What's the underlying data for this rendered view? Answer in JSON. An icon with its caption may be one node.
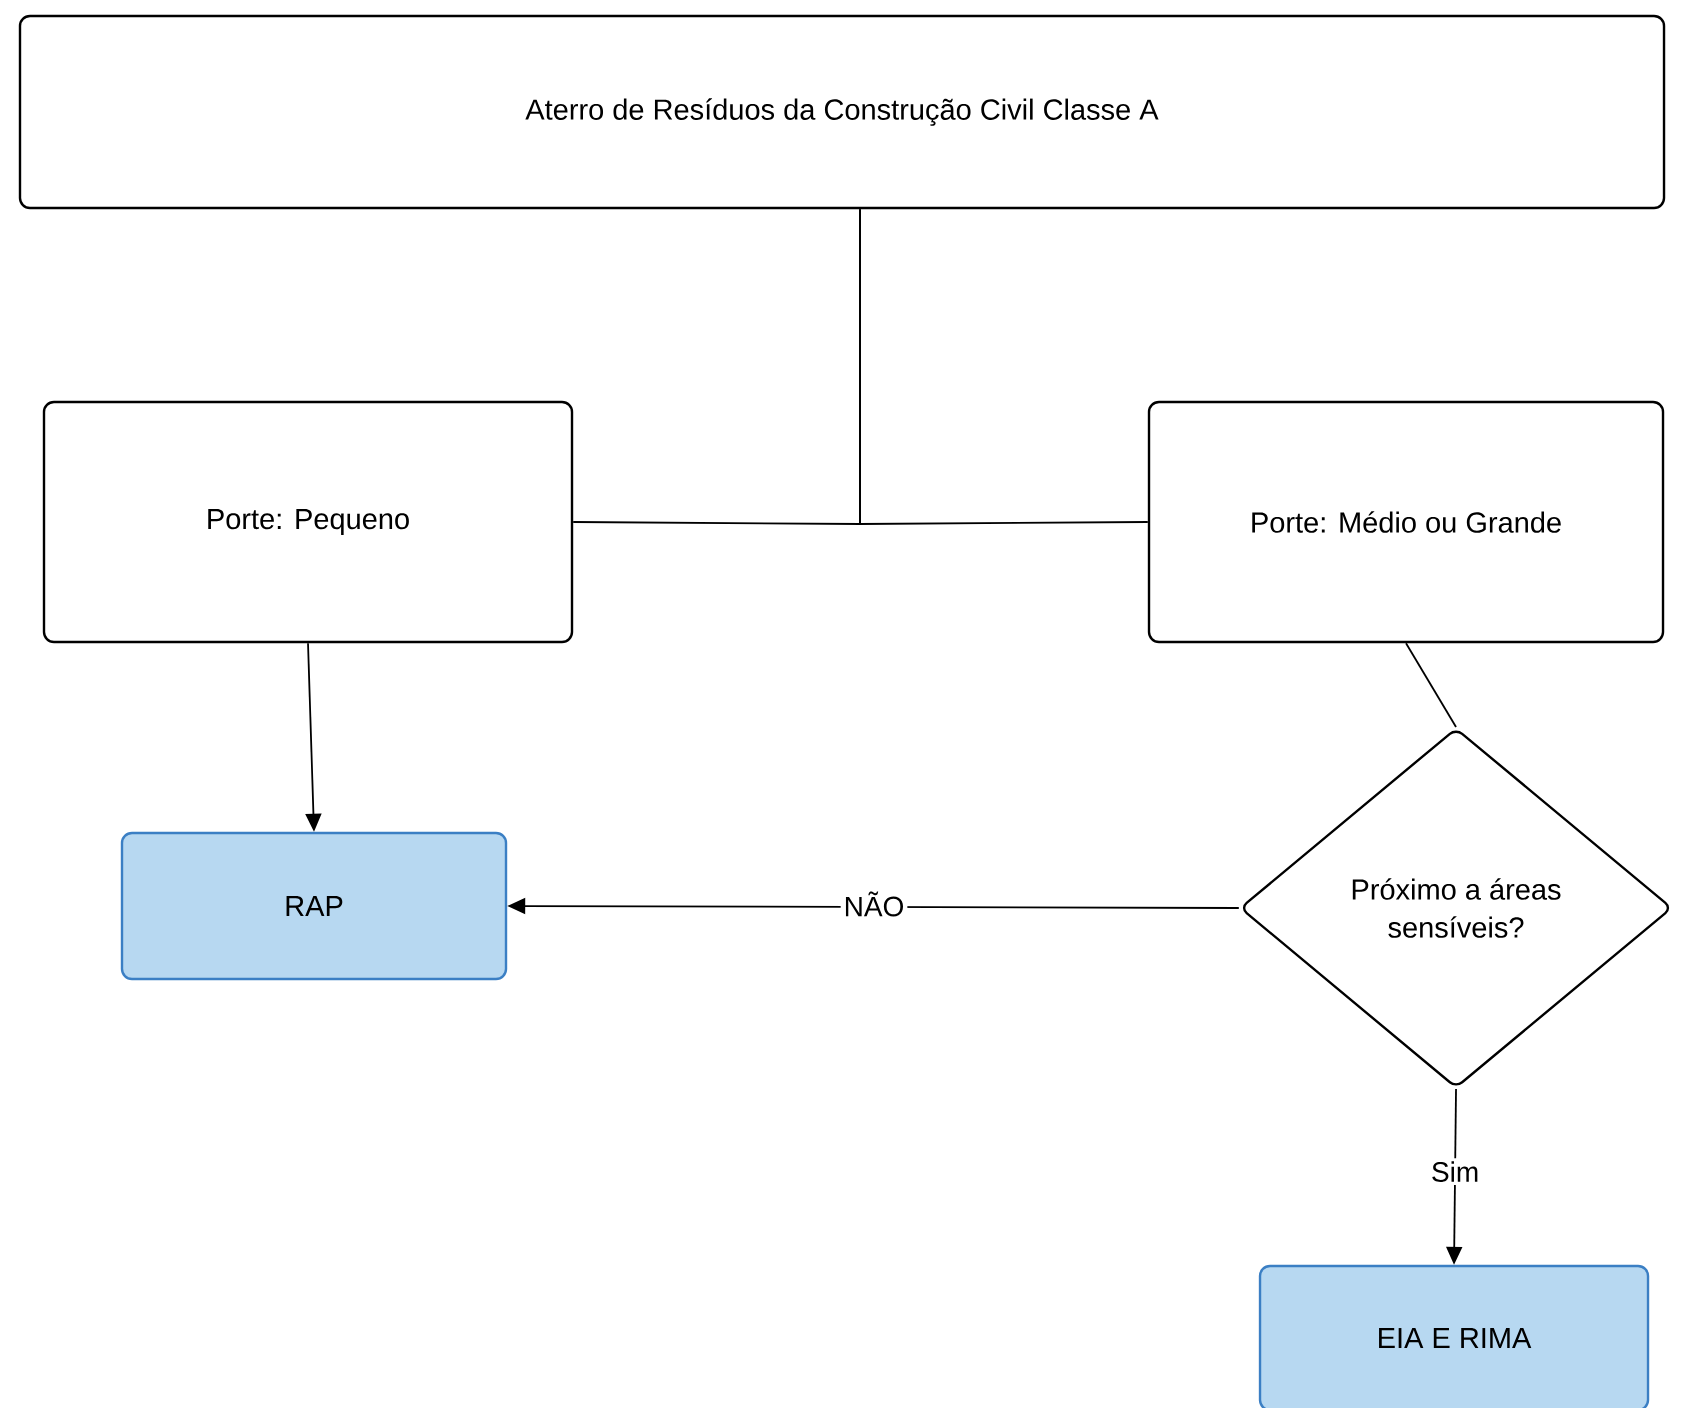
{
  "diagram": {
    "nodes": [
      {
        "text": [
          "Aterro de Resíduos da Construção Civil Classe A"
        ]
      },
      {
        "text": [
          "Porte: Pequeno"
        ]
      },
      {
        "text": [
          "Porte: Médio ou Grande"
        ]
      },
      {
        "text": [
          "RAP"
        ]
      },
      {
        "text": [
          "Próximo a áreas sensíveis?"
        ]
      },
      {
        "text": [
          "EIA E RIMA"
        ]
      }
    ],
    "edges": [
      {
        "from": 0,
        "to": 1,
        "arrow": "none"
      },
      {
        "from": 0,
        "to": 2,
        "arrow": "none"
      },
      {
        "from": 1,
        "to": 3,
        "arrow": "to"
      },
      {
        "from": 2,
        "to": 4,
        "arrow": "none"
      },
      {
        "from": 4,
        "to": 3,
        "arrow": "to",
        "label": "NÃO"
      },
      {
        "from": 4,
        "to": 5,
        "arrow": "to",
        "label": "Sim"
      }
    ]
  }
}
